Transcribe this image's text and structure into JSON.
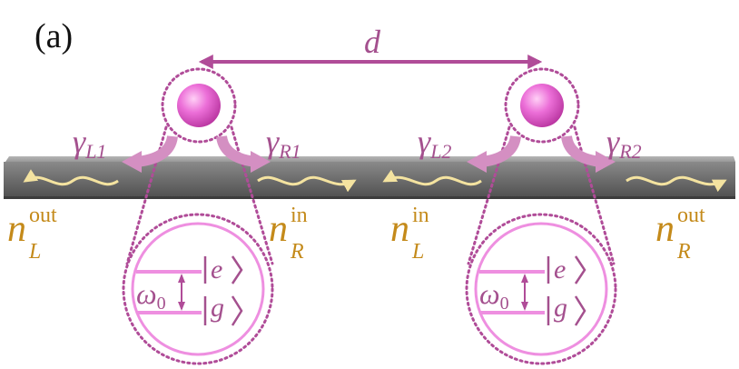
{
  "panel_label": "(a)",
  "distance_label": "d",
  "atoms": [
    {
      "decay_left": {
        "sym": "γ",
        "sub": "L1"
      },
      "decay_right": {
        "sym": "γ",
        "sub": "R1"
      },
      "freq": {
        "sym": "ω",
        "sub": "0"
      },
      "excited": "e",
      "ground": "g"
    },
    {
      "decay_left": {
        "sym": "γ",
        "sub": "L2"
      },
      "decay_right": {
        "sym": "γ",
        "sub": "R2"
      },
      "freq": {
        "sym": "ω",
        "sub": "0"
      },
      "excited": "e",
      "ground": "g"
    }
  ],
  "fields": {
    "left_out": {
      "sym": "n",
      "sup": "out",
      "sub": "L"
    },
    "right_in": {
      "sym": "n",
      "sup": "in",
      "sub": "R"
    },
    "left_in": {
      "sym": "n",
      "sup": "in",
      "sub": "L"
    },
    "right_out": {
      "sym": "n",
      "sup": "out",
      "sub": "R"
    }
  },
  "colors": {
    "atom": "#e865d4",
    "arrow": "#b04c98",
    "decay_arrow": "#d48fc2",
    "dotted_outline": "#b04c98",
    "waveguide": "#6f6f6f",
    "photon": "#f4e3a0",
    "level_circle": "#ee8fe0",
    "label_purple": "#a4508e",
    "label_gold": "#c48a1a"
  }
}
